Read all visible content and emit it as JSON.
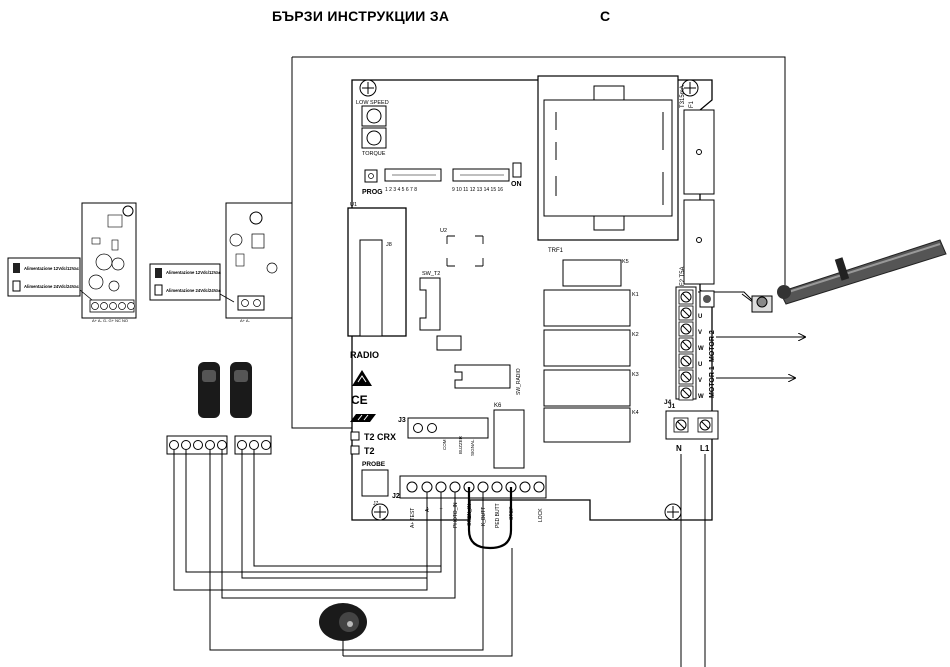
{
  "header": {
    "title": "БЪРЗИ ИНСТРУКЦИИ ЗА",
    "suffix": "C"
  },
  "board": {
    "low_speed": "LOW SPEED",
    "torque": "TORQUE",
    "prog": "PROG",
    "u1": "U1",
    "j8": "J8",
    "u2": "U2",
    "trf1": "TRF1",
    "f1": "T315mA",
    "f1_id": "F1",
    "f2": "F2 T5A",
    "sw_t2": "SW_T2",
    "on": "ON",
    "radio": "RADIO",
    "ce": "CE",
    "j3": "J3",
    "t2crx": "T2 CRX",
    "t2": "T2",
    "probe": "PROBE",
    "j7": "J7",
    "j2": "J2",
    "k5": "K5",
    "k1": "K1",
    "k2": "K2",
    "k3": "K3",
    "k4": "K4",
    "k6": "K6",
    "j4": "J4",
    "j1": "J1",
    "n": "N",
    "l1": "L1",
    "motor2": "MOTOR 2",
    "motor1": "MOTOR 1",
    "sw_radio": "SW_RADIO",
    "com": "COM",
    "buzzer": "BUZZER",
    "signal": "SIGNAL",
    "lock": "LOCK",
    "j2_labels": [
      "A+ TEST",
      "A-",
      "+",
      "PHOTO_IN",
      "OPEN_IN",
      "K_BUTT",
      "PED BUTT",
      "STOP"
    ],
    "dip_numbers_1": "1 2 3 4 5 6 7 8",
    "dip_numbers_2": "9 10 11 12 13 14 15 16",
    "uvw": [
      "U",
      "V",
      "W",
      "U",
      "V",
      "W"
    ]
  },
  "rx": {
    "title": "RX",
    "opt1": "Alimentazione 12Vdc/12Vac",
    "opt2": "Alimentazione 24Vdc/24Vac",
    "terminals": "A+ A- G- G+ NC NO"
  },
  "tx": {
    "title": "TX",
    "opt1": "Alimentazione 12Vdc/12Vac",
    "opt2": "Alimentazione 24Vdc/24Vac",
    "terminals": "A+ A-"
  },
  "icons": [
    "plus-screw-icon",
    "photocell-icon",
    "buzzer-icon",
    "motor-actuator-icon",
    "esd-warning-icon"
  ]
}
